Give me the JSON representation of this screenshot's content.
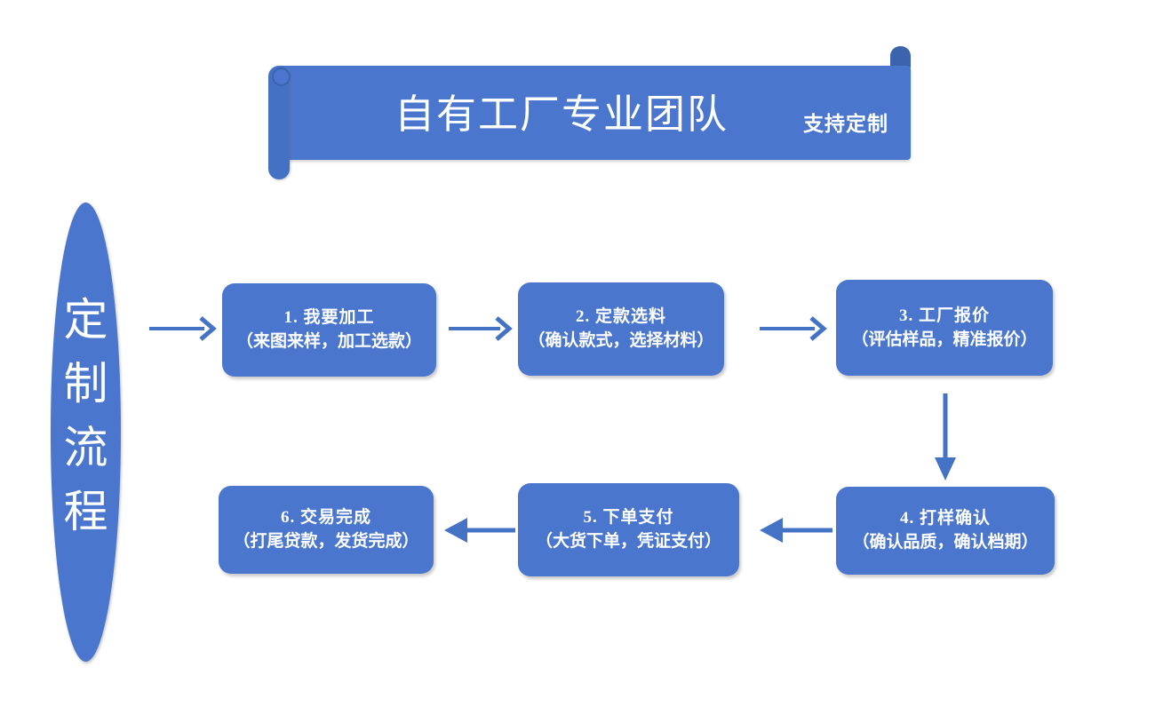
{
  "banner": {
    "title": "自有工厂专业团队",
    "subtitle": "支持定制"
  },
  "side_label": {
    "text": "定制流程",
    "chars": [
      "定",
      "制",
      "流",
      "程"
    ]
  },
  "colors": {
    "primary_blue": "#4A76CE",
    "roll_blue": "#4471C4",
    "knob_blue": "#3B63AE",
    "arrow_blue": "#4472C4",
    "text_white": "#FFFFFF",
    "background": "#FFFFFF"
  },
  "steps": [
    {
      "id": "step-1",
      "title": "1. 我要加工",
      "detail": "（来图来样，加工选款）"
    },
    {
      "id": "step-2",
      "title": "2. 定款选料",
      "detail": "（确认款式，选择材料）"
    },
    {
      "id": "step-3",
      "title": "3. 工厂报价",
      "detail": "（评估样品，精准报价）"
    },
    {
      "id": "step-4",
      "title": "4. 打样确认",
      "detail": "（确认品质，确认档期）"
    },
    {
      "id": "step-5",
      "title": "5. 下单支付",
      "detail": "（大货下单，凭证支付）"
    },
    {
      "id": "step-6",
      "title": "6. 交易完成",
      "detail": "（打尾贷款，发货完成）"
    }
  ],
  "connectors": [
    {
      "id": "arrow-start-to-1",
      "direction": "right",
      "head": "chevron"
    },
    {
      "id": "arrow-1-to-2",
      "direction": "right",
      "head": "chevron"
    },
    {
      "id": "arrow-2-to-3",
      "direction": "right",
      "head": "chevron"
    },
    {
      "id": "arrow-3-to-4",
      "direction": "down",
      "head": "solid"
    },
    {
      "id": "arrow-4-to-5",
      "direction": "left",
      "head": "solid"
    },
    {
      "id": "arrow-5-to-6",
      "direction": "left",
      "head": "solid"
    }
  ]
}
